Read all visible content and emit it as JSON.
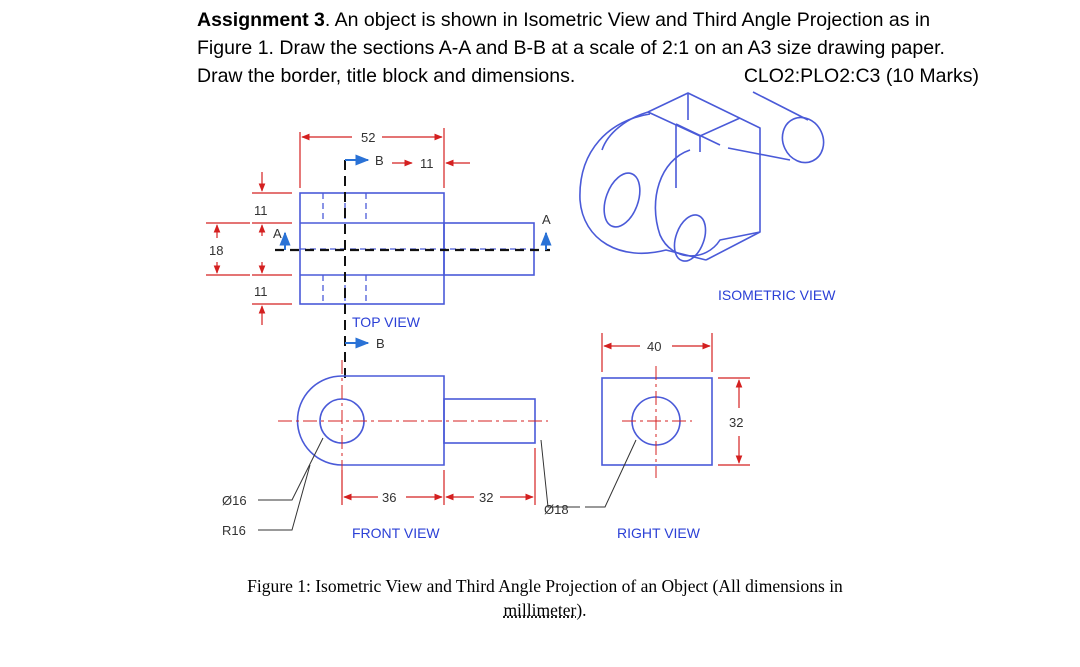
{
  "assignment": {
    "title_bold": "Assignment 3",
    "line1_rest": ". An object is shown in Isometric View and Third Angle Projection as in",
    "line2": "Figure 1. Draw the sections A-A and B-B at a scale of 2:1 on an A3 size drawing paper.",
    "line3": "Draw the border, title block and dimensions.",
    "clo": "CLO2:PLO2:C3 (10 Marks)"
  },
  "drawing": {
    "views": {
      "top": "TOP VIEW",
      "front": "FRONT VIEW",
      "right": "RIGHT VIEW",
      "isometric": "ISOMETRIC VIEW"
    },
    "dimensions": {
      "d52": "52",
      "d11_top": "11",
      "d11_left_a": "11",
      "d11_left_b": "11",
      "d18": "18",
      "d40": "40",
      "d32_right": "32",
      "d36": "36",
      "d32_front": "32",
      "dia16": "Ø16",
      "r16": "R16",
      "dia18": "Ø18"
    },
    "section_marks": {
      "b_top": "B",
      "b_bottom": "B",
      "a_left": "A",
      "a_right": "A"
    },
    "colors": {
      "outline": "#4a5ad8",
      "dimension": "#d42020",
      "centerline": "#d42020",
      "text": "#333333"
    }
  },
  "caption": {
    "line1": "Figure 1: Isometric View and Third Angle Projection of an Object (All dimensions in",
    "line2": "millimeter",
    "line2_end": ")."
  }
}
